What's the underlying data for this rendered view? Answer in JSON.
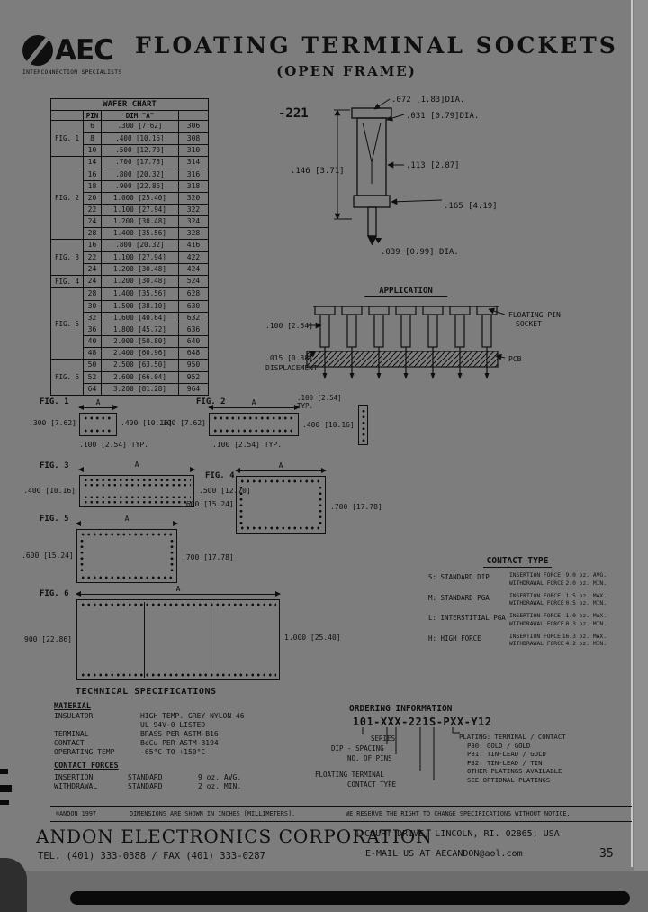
{
  "header": {
    "logo_text": "AEC",
    "tagline": "INTERCONNECTION SPECIALISTS",
    "title": "FLOATING TERMINAL SOCKETS",
    "subtitle": "(OPEN FRAME)"
  },
  "labels": {
    "dim_a": "A"
  },
  "wafer_chart": {
    "title": "WAFER CHART",
    "col_pin": "PIN",
    "col_dim": "DIM \"A\"",
    "groups": [
      {
        "fig": "FIG. 1",
        "rows": [
          [
            "6",
            ".300 [7.62]",
            "306"
          ],
          [
            "8",
            ".400 [10.16]",
            "308"
          ],
          [
            "10",
            ".500 [12.70]",
            "310"
          ]
        ]
      },
      {
        "fig": "FIG. 2",
        "rows": [
          [
            "14",
            ".700 [17.78]",
            "314"
          ],
          [
            "16",
            ".800 [20.32]",
            "316"
          ],
          [
            "18",
            ".900 [22.86]",
            "318"
          ],
          [
            "20",
            "1.000 [25.40]",
            "320"
          ],
          [
            "22",
            "1.100 [27.94]",
            "322"
          ],
          [
            "24",
            "1.200 [30.48]",
            "324"
          ],
          [
            "28",
            "1.400 [35.56]",
            "328"
          ]
        ]
      },
      {
        "fig": "FIG. 3",
        "rows": [
          [
            "16",
            ".800 [20.32]",
            "416"
          ],
          [
            "22",
            "1.100 [27.94]",
            "422"
          ],
          [
            "24",
            "1.200 [30.48]",
            "424"
          ]
        ]
      },
      {
        "fig": "FIG. 4",
        "rows": [
          [
            "24",
            "1.200 [30.48]",
            "524"
          ]
        ]
      },
      {
        "fig": "FIG. 5",
        "rows": [
          [
            "28",
            "1.400 [35.56]",
            "628"
          ],
          [
            "30",
            "1.500 [38.10]",
            "630"
          ],
          [
            "32",
            "1.600 [40.64]",
            "632"
          ],
          [
            "36",
            "1.800 [45.72]",
            "636"
          ],
          [
            "40",
            "2.000 [50.80]",
            "640"
          ],
          [
            "48",
            "2.400 [60.96]",
            "648"
          ]
        ]
      },
      {
        "fig": "FIG. 6",
        "rows": [
          [
            "50",
            "2.500 [63.50]",
            "950"
          ],
          [
            "52",
            "2.600 [66.04]",
            "952"
          ],
          [
            "64",
            "3.200 [81.28]",
            "964"
          ]
        ]
      }
    ]
  },
  "terminal": {
    "label": "-221",
    "dia_top": ".072 [1.83]DIA.",
    "dia_mid": ".031 [0.79]DIA.",
    "dim_body": ".113 [2.87]",
    "dim_height": ".146 [3.71]",
    "dim_tail": ".165 [4.19]",
    "dia_tail": ".039 [0.99] DIA."
  },
  "application": {
    "title": "APPLICATION",
    "pitch": ".100 [2.54]",
    "displacement": ".015 [0.38]",
    "displacement_label": "DISPLACEMENT",
    "socket_label_1": "FLOATING PIN",
    "socket_label_2": "SOCKET",
    "pcb_label": "PCB"
  },
  "figures": [
    {
      "name": "FIG. 1",
      "left": ".300 [7.62]",
      "right": ".400 [10.16]",
      "bottom": ".100 [2.54] TYP."
    },
    {
      "name": "FIG. 2",
      "left": ".300 [7.62]",
      "right": ".400 [10.16]",
      "bottom": ".100 [2.54] TYP.",
      "top": ".100 [2.54] TYP."
    },
    {
      "name": "FIG. 3",
      "left": ".400 [10.16]",
      "right": ".500 [12.70]"
    },
    {
      "name": "FIG. 4",
      "left": ".600 [15.24]",
      "right": ".700 [17.78]"
    },
    {
      "name": "FIG. 5",
      "left": ".600 [15.24]",
      "right": ".700 [17.78]"
    },
    {
      "name": "FIG. 6",
      "left": ".900 [22.86]",
      "right": "1.000 [25.40]"
    }
  ],
  "contact_type": {
    "title": "CONTACT TYPE",
    "rows": [
      {
        "code": "S:",
        "name": "STANDARD DIP",
        "ins": "INSERTION FORCE",
        "ins_val": "9.0 oz. AVG.",
        "wd": "WITHDRAWAL FORCE",
        "wd_val": "2.0 oz. MIN."
      },
      {
        "code": "M:",
        "name": "STANDARD PGA",
        "ins": "INSERTION FORCE",
        "ins_val": "1.5 oz. MAX.",
        "wd": "WITHDRAWAL FORCE",
        "wd_val": "0.5 oz. MIN."
      },
      {
        "code": "L:",
        "name": "INTERSTITIAL PGA",
        "ins": "INSERTION FORCE",
        "ins_val": "1.0 oz. MAX.",
        "wd": "WITHDRAWAL FORCE",
        "wd_val": "0.3 oz. MIN."
      },
      {
        "code": "H:",
        "name": "HIGH FORCE",
        "ins": "INSERTION FORCE",
        "ins_val": "16.3 oz. MAX.",
        "wd": "WITHDRAWAL FORCE",
        "wd_val": "4.2 oz. MIN."
      }
    ]
  },
  "tech_specs": {
    "title": "TECHNICAL SPECIFICATIONS",
    "material_heading": "MATERIAL",
    "rows": [
      {
        "label": "INSULATOR",
        "value": "HIGH TEMP. GREY NYLON 46"
      },
      {
        "label": "",
        "value": "UL 94V-0 LISTED"
      },
      {
        "label": "TERMINAL",
        "value": "BRASS PER ASTM-B16"
      },
      {
        "label": "CONTACT",
        "value": "BeCu PER ASTM-B194"
      },
      {
        "label": "OPERATING TEMP",
        "value": "-65°C TO +150°C"
      }
    ],
    "forces_heading": "CONTACT FORCES",
    "forces": [
      {
        "label": "INSERTION",
        "std": "STANDARD",
        "value": "9 oz. AVG."
      },
      {
        "label": "WITHDRAWAL",
        "std": "STANDARD",
        "value": "2 oz. MIN."
      }
    ]
  },
  "ordering": {
    "title": "ORDERING INFORMATION",
    "part_number": "101-XXX-221S-PXX-Y12",
    "callouts_left": [
      "SERIES",
      "DIP - SPACING",
      "NO. OF PINS",
      "FLOATING TERMINAL",
      "CONTACT TYPE"
    ],
    "callouts_right": [
      "PLATING: TERMINAL / CONTACT",
      "P30: GOLD / GOLD",
      "P31: TIN-LEAD / GOLD",
      "P32: TIN-LEAD / TIN",
      "OTHER PLATINGS AVAILABLE",
      "SEE OPTIONAL PLATINGS"
    ]
  },
  "footer": {
    "copyright": "©ANDON 1997",
    "dims_note": "DIMENSIONS ARE SHOWN IN INCHES [MILLIMETERS].",
    "rights_note": "WE RESERVE THE RIGHT TO CHANGE SPECIFICATIONS WITHOUT NOTICE.",
    "company": "ANDON ELECTRONICS CORPORATION",
    "tel_fax": "TEL. (401) 333-0388 / FAX (401) 333-0287",
    "address": "4 COURT DRIVE, LINCOLN, RI. 02865, USA",
    "email": "E-MAIL US AT AECANDON@aol.com",
    "page_number": "35"
  }
}
